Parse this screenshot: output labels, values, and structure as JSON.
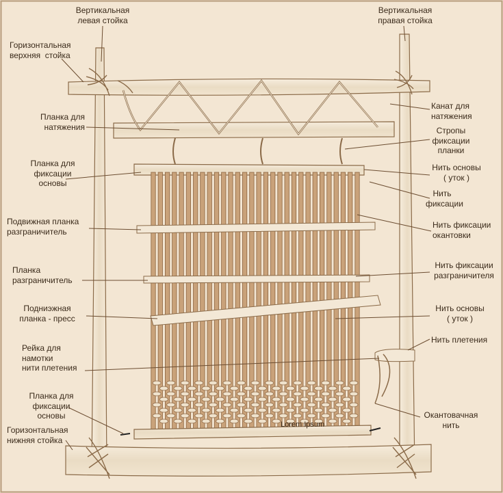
{
  "labels": {
    "vertical_left": "Вертикальная\nлевая стойка",
    "vertical_right": "Вертикальная\nправая стойка",
    "horizontal_top": "Горизонтальная\nверхняя  стойка",
    "tension_bar": "Планка для\nнатяжения",
    "warp_fix_bar_top": "Планка для\nфиксации\nосновы",
    "movable_separator": "Подвижная планка\nразграничитель",
    "separator_bar": "Планка\nразграничитель",
    "press_bar": "Подниэжная\nпланка - пресс",
    "weaving_thread_rail": "Рейка для\nнамотки\nнити плетения",
    "warp_fix_bar_bottom": "Планка для\nфиксации\nосновы",
    "horizontal_bottom": "Горизонтальная\nнижняя стойка",
    "tension_rope": "Канат для\nнатяжения",
    "bar_slings": "Стропы\nфиксации\nпланки",
    "warp_thread_top": "Нить основы\n( уток )",
    "fixing_thread": "Нить\nфиксации",
    "edge_fixing_thread": "Нить фиксации\nокантовки",
    "separator_fixing_thread": "Нить фиксации\nразграничителя",
    "warp_thread_bottom": "Нить основы\n( уток )",
    "weaving_thread": "Нить плетения",
    "edging_thread": "Окантовачная\nнить",
    "placeholder": "Lorem Ipsum"
  },
  "colors": {
    "background": "#f3e6d3",
    "wood": "#efe2cc",
    "wood_stroke": "#8a6a48",
    "warp": "#c9a27a",
    "warp_dark": "#8b6440",
    "leader": "#6b4c30",
    "text": "#3a2a1a"
  }
}
